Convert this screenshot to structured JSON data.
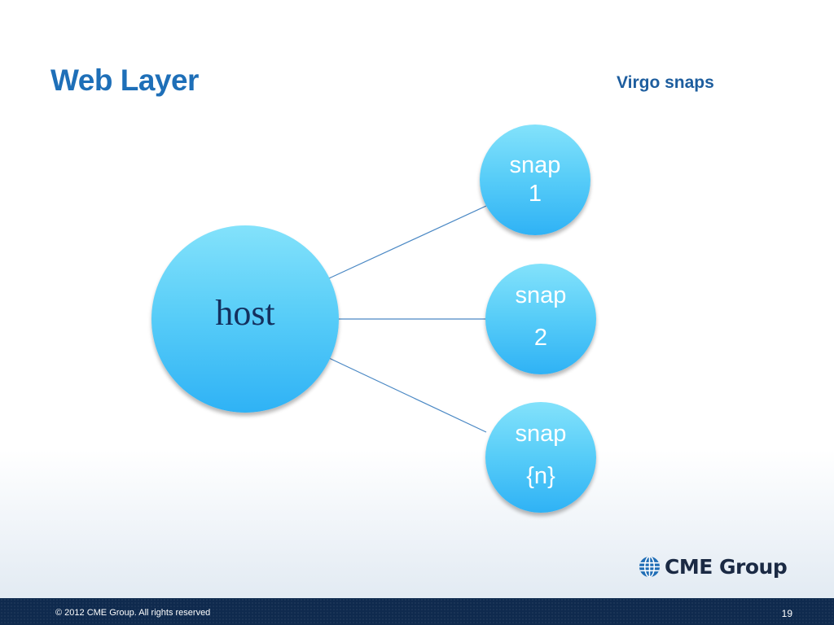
{
  "slide": {
    "title": "Web Layer",
    "subtitle": "Virgo snaps"
  },
  "diagram": {
    "host": {
      "label": "host"
    },
    "snaps": [
      {
        "word": "snap",
        "id": "1"
      },
      {
        "word": "snap",
        "id": "2"
      },
      {
        "word": "snap",
        "id": "{n}"
      }
    ],
    "node_color": "#58cdf8",
    "connector_color": "#4a88c4"
  },
  "footer": {
    "copyright": "© 2012 CME Group. All rights reserved",
    "page_number": "19",
    "logo_text": "CME Group",
    "logo_icon": "globe-icon",
    "bar_color": "#0f2a4e"
  }
}
